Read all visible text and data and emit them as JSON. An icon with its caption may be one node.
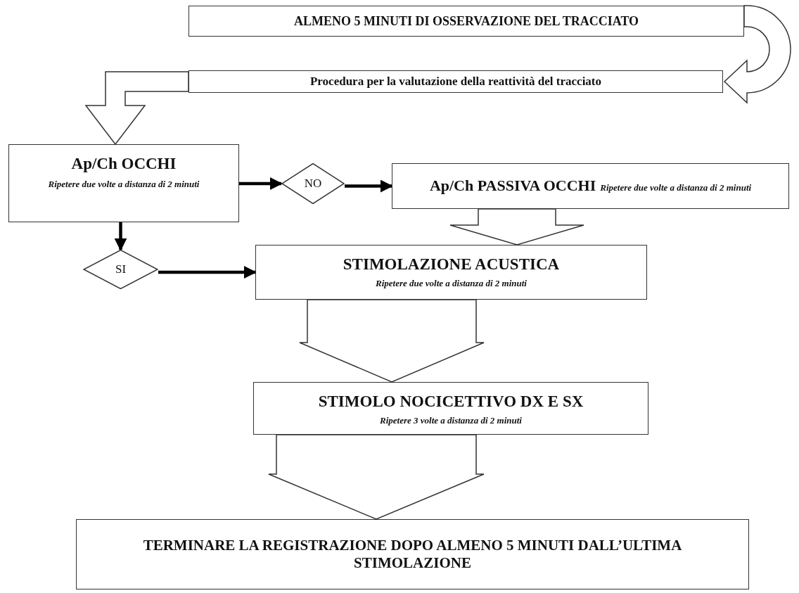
{
  "diagram": {
    "nodes": [
      {
        "text": [
          "ALMENO 5 MINUTI DI OSSERVAZIONE DEL TRACCIATO"
        ]
      },
      {
        "text": [
          "Procedura per la valutazione della reattività del tracciato"
        ]
      },
      {
        "text": [
          "Ap/Ch OCCHI",
          "Ripetere due volte a distanza di 2 minuti"
        ]
      },
      {
        "text": [
          "NO"
        ]
      },
      {
        "text": [
          "Ap/Ch PASSIVA OCCHI",
          "Ripetere due volte a distanza di 2 minuti"
        ]
      },
      {
        "text": [
          "SI"
        ]
      },
      {
        "text": [
          "STIMOLAZIONE ACUSTICA",
          "Ripetere due volte a distanza di 2 minuti"
        ]
      },
      {
        "text": [
          "STIMOLO NOCICETTIVO DX E SX",
          "Ripetere 3 volte a distanza di 2 minuti"
        ]
      },
      {
        "text": [
          "TERMINARE LA REGISTRAZIONE DOPO ALMENO 5 MINUTI DALL’ULTIMA STIMOLAZIONE"
        ]
      }
    ],
    "edges": [
      {
        "from": 0,
        "to": 1,
        "arrow": "to",
        "style": "thick"
      },
      {
        "from": 1,
        "to": 2,
        "arrow": "to",
        "style": "thick"
      },
      {
        "from": 2,
        "to": 3,
        "arrow": "to"
      },
      {
        "from": 3,
        "to": 4,
        "arrow": "to"
      },
      {
        "from": 2,
        "to": 5,
        "arrow": "to"
      },
      {
        "from": 5,
        "to": 6,
        "arrow": "to"
      },
      {
        "from": 4,
        "to": 6,
        "arrow": "to",
        "style": "thick"
      },
      {
        "from": 6,
        "to": 7,
        "arrow": "to",
        "style": "thick"
      },
      {
        "from": 7,
        "to": 8,
        "arrow": "to",
        "style": "thick"
      }
    ]
  }
}
